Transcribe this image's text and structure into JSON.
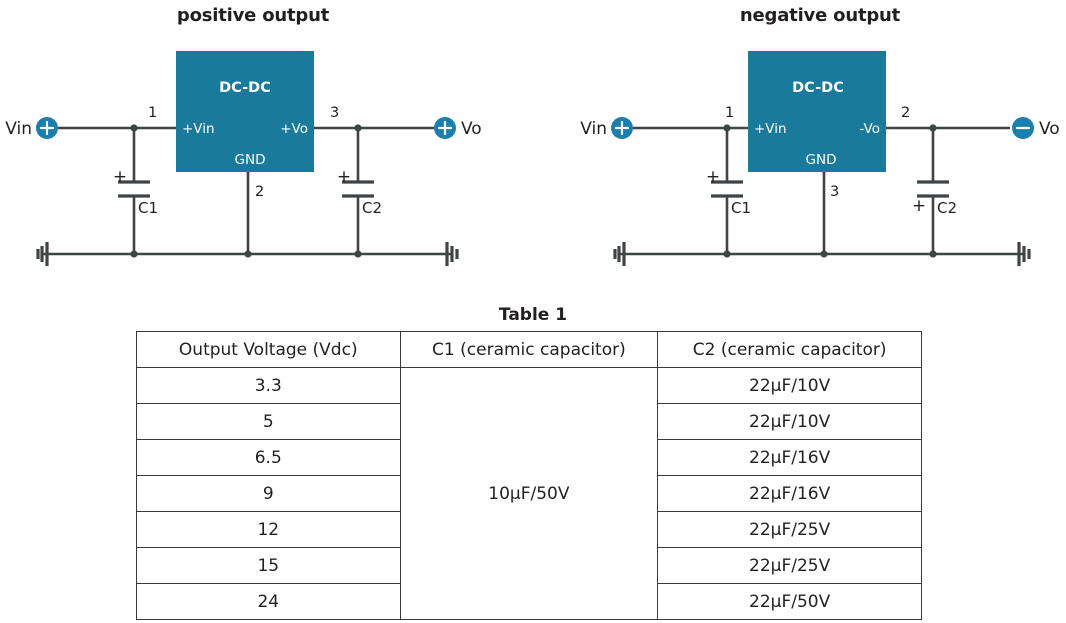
{
  "circuits": [
    {
      "id": "positive",
      "title": "positive output",
      "chip_label": "DC-DC",
      "pin_in_label": "+Vin",
      "pin_out_label": "+Vo",
      "pin_gnd_label": "GND",
      "pin_num_in": "1",
      "pin_num_out": "3",
      "pin_num_gnd": "2",
      "input_terminal_label": "Vin",
      "input_terminal_sign": "+",
      "output_terminal_label": "Vo",
      "output_terminal_sign": "+",
      "cap_in_label": "C1",
      "cap_in_polarity": "+",
      "cap_in_polarity_position": "top",
      "cap_out_label": "C2",
      "cap_out_polarity": "+",
      "cap_out_polarity_position": "top"
    },
    {
      "id": "negative",
      "title": "negative output",
      "chip_label": "DC-DC",
      "pin_in_label": "+Vin",
      "pin_out_label": "-Vo",
      "pin_gnd_label": "GND",
      "pin_num_in": "1",
      "pin_num_out": "2",
      "pin_num_gnd": "3",
      "input_terminal_label": "Vin",
      "input_terminal_sign": "+",
      "output_terminal_label": "Vo",
      "output_terminal_sign": "−",
      "cap_in_label": "C1",
      "cap_in_polarity": "+",
      "cap_in_polarity_position": "top",
      "cap_out_label": "C2",
      "cap_out_polarity": "+",
      "cap_out_polarity_position": "bottom"
    }
  ],
  "table": {
    "title": "Table 1",
    "headers": [
      "Output Voltage (Vdc)",
      "C1 (ceramic capacitor)",
      "C2 (ceramic capacitor)"
    ],
    "c1_merged_value": "10µF/50V",
    "rows": [
      {
        "voltage": "3.3",
        "c2": "22µF/10V"
      },
      {
        "voltage": "5",
        "c2": "22µF/10V"
      },
      {
        "voltage": "6.5",
        "c2": "22µF/16V"
      },
      {
        "voltage": "9",
        "c2": "22µF/16V"
      },
      {
        "voltage": "12",
        "c2": "22µF/25V"
      },
      {
        "voltage": "15",
        "c2": "22µF/25V"
      },
      {
        "voltage": "24",
        "c2": "22µF/50V"
      }
    ]
  },
  "colors": {
    "chip_fill": "#1a7a9c",
    "terminal_fill": "#1a7fad",
    "wire": "#3f4447",
    "text": "#231f20"
  }
}
